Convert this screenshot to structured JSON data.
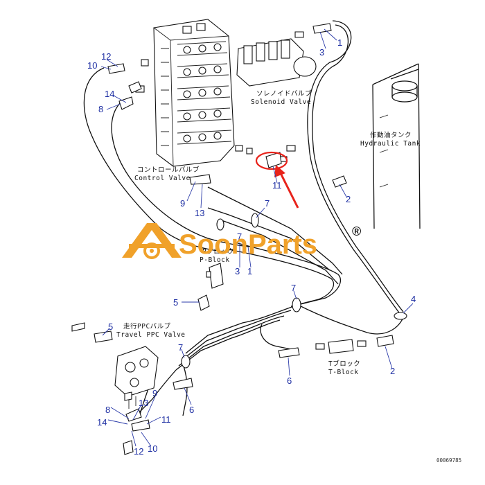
{
  "labels": {
    "control_valve_jp": "コントロールバルブ",
    "control_valve_en": "Control Valve",
    "solenoid_valve_jp": "ソレノイドバルブ",
    "solenoid_valve_en": "Solenoid Valve",
    "hydraulic_tank_jp": "作動油タンク",
    "hydraulic_tank_en": "Hydraulic Tank",
    "p_block_jp": "Pブロック",
    "p_block_en": "P-Block",
    "travel_ppc_jp": "走行PPCバルブ",
    "travel_ppc_en": "Travel PPC Valve",
    "t_block_jp": "Tブロック",
    "t_block_en": "T-Block",
    "figure_number": "00069785"
  },
  "watermark": {
    "brand": "SoonParts",
    "registered": "®",
    "color": "#f0a12a"
  },
  "callouts": {
    "n1_top": "1",
    "n3_top": "3",
    "n12_top": "12",
    "n10_top": "10",
    "n14_top": "14",
    "n8_top": "8",
    "n11_top": "11",
    "n9_top": "9",
    "n13_top": "13",
    "n7_a": "7",
    "n7_b": "7",
    "n7_c": "7",
    "n7_d": "7",
    "n2_a": "2",
    "n3_mid": "3",
    "n1_mid": "1",
    "n5_a": "5",
    "n5_b": "5",
    "n4": "4",
    "n6_a": "6",
    "n6_b": "6",
    "n2_b": "2",
    "n8_bot": "8",
    "n13_bot": "13",
    "n9_bot": "9",
    "n14_bot": "14",
    "n11_bot": "11",
    "n12_bot": "12",
    "n10_bot": "10"
  },
  "colors": {
    "callout": "#1d2ea3",
    "highlight": "#e8231b",
    "watermark": "#f0a12a"
  },
  "icons": {
    "brand_logo": "crane-gear-logo",
    "pointer": "red-arrow-icon"
  }
}
